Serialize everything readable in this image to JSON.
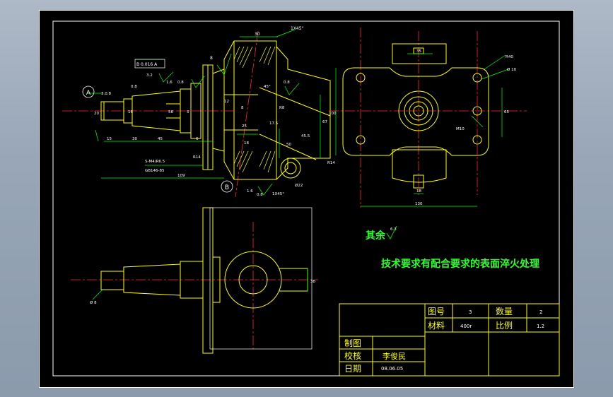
{
  "colors": {
    "part": "#ffff00",
    "dim": "#00ff00",
    "center": "#ff2a2a",
    "frame": "#ffffff",
    "background": "#000000"
  },
  "dims": {
    "d30": "30",
    "chamfer_top": "1X45°",
    "d8": "8",
    "datum_b_tol": "B 0.016 A",
    "d3_2": "3.2",
    "d0_8a": "0.8",
    "d1_6": "1.6",
    "d0_8b": "0.8",
    "d3_0_8": "3.0.8",
    "d20": "20",
    "d16": "16",
    "d56": "56",
    "d5": "5",
    "d12": "12",
    "d45ang": "45°",
    "d0_8c": "0.8",
    "d8b": "8",
    "r8": "R8",
    "d17_5": "17.5",
    "d45_5": "45.5",
    "d67": "67",
    "d25": "25",
    "d18": "18",
    "d50": "50",
    "d45": "45",
    "d15": "15",
    "d30b": "30",
    "d6": "6",
    "thread": "S-M4/R6.5",
    "spec": "GB146-85",
    "d109": "109",
    "r14": "R14",
    "r14b": "R14",
    "phi22": "Ø22",
    "d1_6b": "1.6",
    "chamfer_bot": "1X45°",
    "d0_8d": "0.8",
    "top_w": "35",
    "r40": "R40",
    "phi10": "Ø 10",
    "d100": "100",
    "d65": "65",
    "m10": "M10",
    "d130": "130",
    "d18b": "18",
    "phi8": "Ø 8",
    "d38": "38"
  },
  "markers": {
    "view_a": "A",
    "view_b": "B"
  },
  "notes": {
    "remainder": "其余",
    "remainder_ra": "6.3",
    "technical": "技术要求有配合要求的表面淬火处理"
  },
  "title_block": {
    "drawing_no_label": "图号",
    "drawing_no": "3",
    "quantity_label": "数量",
    "quantity": "2",
    "material_label": "材料",
    "material": "400r",
    "scale_label": "比例",
    "scale": "1.2",
    "drawn_label": "制图",
    "checked_label": "校核",
    "checker": "李俊民",
    "date_label": "日期",
    "date": "08.06.05"
  }
}
